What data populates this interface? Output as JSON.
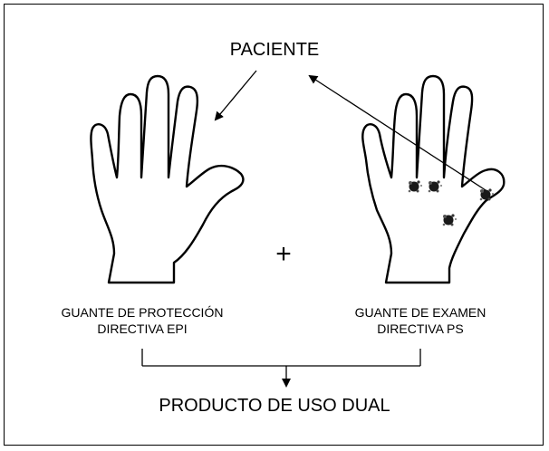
{
  "diagram": {
    "top_label": "PACIENTE",
    "plus_sign": "+",
    "left_caption": {
      "line1": "GUANTE DE PROTECCIÓN",
      "line2": "DIRECTIVA EPI"
    },
    "right_caption": {
      "line1": "GUANTE DE EXAMEN",
      "line2": "DIRECTIVA PS"
    },
    "bottom_label": "PRODUCTO DE USO DUAL",
    "icons": {
      "left_hand": "glove-outline-icon",
      "right_hand": "glove-outline-icon",
      "germs": "germ-icon"
    }
  }
}
